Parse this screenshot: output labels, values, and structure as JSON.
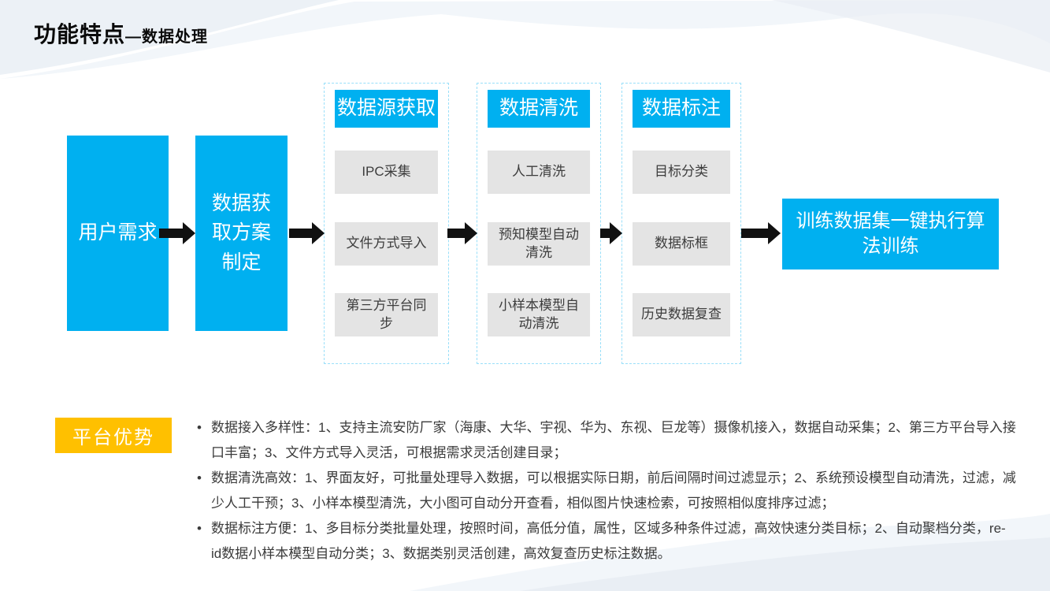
{
  "title": {
    "main": "功能特点",
    "sub": "—数据处理"
  },
  "flow": {
    "start_nodes": [
      {
        "label": "用户需求"
      },
      {
        "label": "数据获取方案制定"
      }
    ],
    "stages": [
      {
        "header": "数据源获取",
        "items": [
          "IPC采集",
          "文件方式导入",
          "第三方平台同步"
        ]
      },
      {
        "header": "数据清洗",
        "items": [
          "人工清洗",
          "预知模型自动清洗",
          "小样本模型自动清洗"
        ]
      },
      {
        "header": "数据标注",
        "items": [
          "目标分类",
          "数据标框",
          "历史数据复查"
        ]
      }
    ],
    "end_node": {
      "label": "训练数据集一键执行算法训练"
    }
  },
  "advantages": {
    "badge": "平台优势",
    "bullets": [
      {
        "lines": [
          "数据接入多样性：1、支持主流安防厂家（海康、大华、宇视、华为、东视、巨龙等）摄像机接入，数据自动采集；2、第三方平台导入接",
          "口丰富；3、文件方式导入灵活，可根据需求灵活创建目录；"
        ]
      },
      {
        "lines": [
          "数据清洗高效：1、界面友好，可批量处理导入数据，可以根据实际日期，前后间隔时间过滤显示；2、系统预设模型自动清洗，过滤，减",
          "少人工干预；3、小样本模型清洗，大小图可自动分开查看，相似图片快速检索，可按照相似度排序过滤；"
        ]
      },
      {
        "lines": [
          "数据标注方便：1、多目标分类批量处理，按照时间，高低分值，属性，区域多种条件过滤，高效快速分类目标；2、自动聚档分类，re-",
          "id数据小样本模型自动分类；3、数据类别灵活创建，高效复查历史标注数据。"
        ]
      }
    ]
  },
  "colors": {
    "accent_blue": "#00b0f0",
    "box_gray": "#e4e4e4",
    "badge_yellow": "#ffc000",
    "dashed_border": "#99dff9",
    "arrow_black": "#111111",
    "wave_light": "#f2f6fa",
    "wave_mid": "#e9eef4"
  }
}
